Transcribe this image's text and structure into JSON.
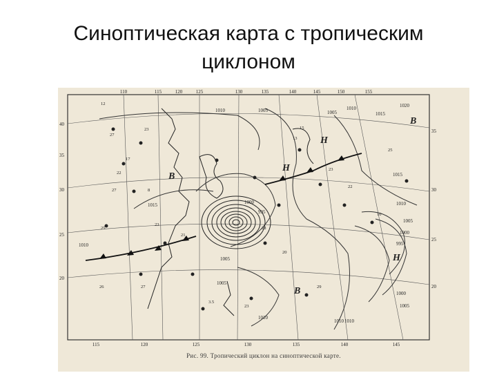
{
  "slide": {
    "title_line1": "Синоптическая карта с тропическим",
    "title_line2": "циклоном"
  },
  "map": {
    "caption": "Рис. 99. Тропический циклон на синоптической карте.",
    "longitudes_top": [
      "110",
      "115",
      "120",
      "125",
      "130",
      "135",
      "140",
      "145",
      "150",
      "155"
    ],
    "longitudes_bottom": [
      "115",
      "120",
      "125",
      "130",
      "135",
      "140",
      "145"
    ],
    "latitudes_left": [
      "40",
      "35",
      "30",
      "25",
      "20"
    ],
    "latitudes_right": [
      "35",
      "30",
      "25",
      "20"
    ],
    "isobar_labels": [
      "1010",
      "1005",
      "1005",
      "1010",
      "1015",
      "1020",
      "1015",
      "1010",
      "1005",
      "1000",
      "995",
      "1015",
      "1010",
      "1010",
      "1005",
      "1000",
      "995",
      "1000",
      "1005",
      "1010",
      "1005",
      "1010"
    ],
    "pressure_centers": [
      "В",
      "Н",
      "В",
      "Н",
      "Н",
      "В"
    ],
    "station_numbers": [
      "12",
      "27",
      "23",
      "17",
      "22",
      "27",
      "8",
      "25",
      "23",
      "21",
      "28",
      "20",
      "13",
      "15",
      "23",
      "22",
      "10",
      "25",
      "26",
      "27",
      "3.5",
      "23",
      "29"
    ],
    "colors": {
      "paper": "#efe8d8",
      "ink": "#222222",
      "isobar": "#333333",
      "front": "#111111"
    }
  }
}
